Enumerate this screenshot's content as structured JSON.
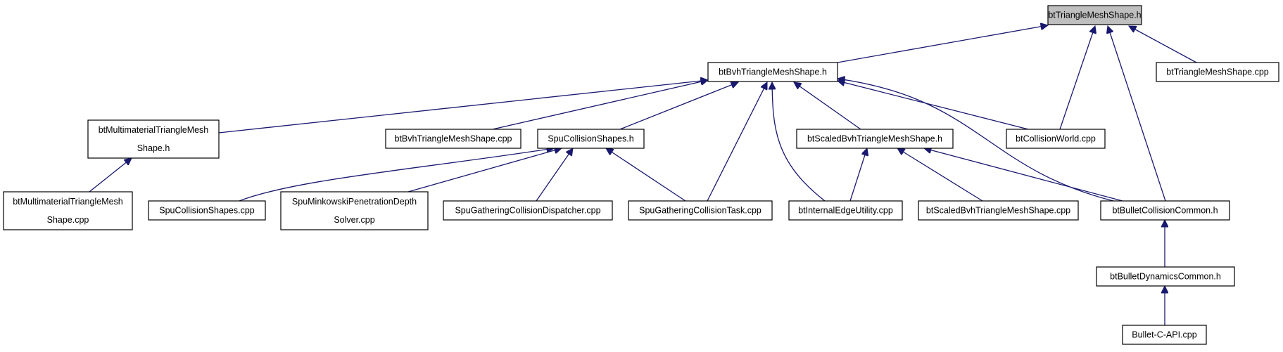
{
  "graph": {
    "nodes": [
      {
        "id": "root",
        "lines": [
          "btTriangleMeshShape.h"
        ],
        "highlight": true
      },
      {
        "id": "bvh_h",
        "lines": [
          "btBvhTriangleMeshShape.h"
        ]
      },
      {
        "id": "tms_cpp",
        "lines": [
          "btTriangleMeshShape.cpp"
        ]
      },
      {
        "id": "multi_h",
        "lines": [
          "btMultimaterialTriangleMesh",
          "Shape.h"
        ]
      },
      {
        "id": "bvh_cpp",
        "lines": [
          "btBvhTriangleMeshShape.cpp"
        ]
      },
      {
        "id": "spu_h",
        "lines": [
          "SpuCollisionShapes.h"
        ]
      },
      {
        "id": "scaled_h",
        "lines": [
          "btScaledBvhTriangleMeshShape.h"
        ]
      },
      {
        "id": "cw_cpp",
        "lines": [
          "btCollisionWorld.cpp"
        ]
      },
      {
        "id": "multi_cpp",
        "lines": [
          "btMultimaterialTriangleMesh",
          "Shape.cpp"
        ]
      },
      {
        "id": "spu_cpp",
        "lines": [
          "SpuCollisionShapes.cpp"
        ]
      },
      {
        "id": "mink_cpp",
        "lines": [
          "SpuMinkowskiPenetrationDepth",
          "Solver.cpp"
        ]
      },
      {
        "id": "gather_disp",
        "lines": [
          "SpuGatheringCollisionDispatcher.cpp"
        ]
      },
      {
        "id": "gather_task",
        "lines": [
          "SpuGatheringCollisionTask.cpp"
        ]
      },
      {
        "id": "edge_cpp",
        "lines": [
          "btInternalEdgeUtility.cpp"
        ]
      },
      {
        "id": "scaled_cpp",
        "lines": [
          "btScaledBvhTriangleMeshShape.cpp"
        ]
      },
      {
        "id": "coll_common",
        "lines": [
          "btBulletCollisionCommon.h"
        ]
      },
      {
        "id": "dyn_common",
        "lines": [
          "btBulletDynamicsCommon.h"
        ]
      },
      {
        "id": "capi_cpp",
        "lines": [
          "Bullet-C-API.cpp"
        ]
      }
    ],
    "edges": [
      {
        "from": "bvh_h",
        "to": "root"
      },
      {
        "from": "tms_cpp",
        "to": "root"
      },
      {
        "from": "cw_cpp",
        "to": "root"
      },
      {
        "from": "coll_common",
        "to": "root"
      },
      {
        "from": "multi_h",
        "to": "bvh_h"
      },
      {
        "from": "bvh_cpp",
        "to": "bvh_h"
      },
      {
        "from": "spu_h",
        "to": "bvh_h"
      },
      {
        "from": "gather_task",
        "to": "bvh_h"
      },
      {
        "from": "edge_cpp",
        "to": "bvh_h"
      },
      {
        "from": "scaled_h",
        "to": "bvh_h"
      },
      {
        "from": "cw_cpp",
        "to": "bvh_h"
      },
      {
        "from": "coll_common",
        "to": "bvh_h"
      },
      {
        "from": "multi_cpp",
        "to": "multi_h"
      },
      {
        "from": "spu_cpp",
        "to": "spu_h"
      },
      {
        "from": "mink_cpp",
        "to": "spu_h"
      },
      {
        "from": "gather_disp",
        "to": "spu_h"
      },
      {
        "from": "gather_task",
        "to": "spu_h"
      },
      {
        "from": "edge_cpp",
        "to": "scaled_h"
      },
      {
        "from": "scaled_cpp",
        "to": "scaled_h"
      },
      {
        "from": "coll_common",
        "to": "scaled_h"
      },
      {
        "from": "dyn_common",
        "to": "coll_common"
      },
      {
        "from": "capi_cpp",
        "to": "dyn_common"
      }
    ]
  }
}
